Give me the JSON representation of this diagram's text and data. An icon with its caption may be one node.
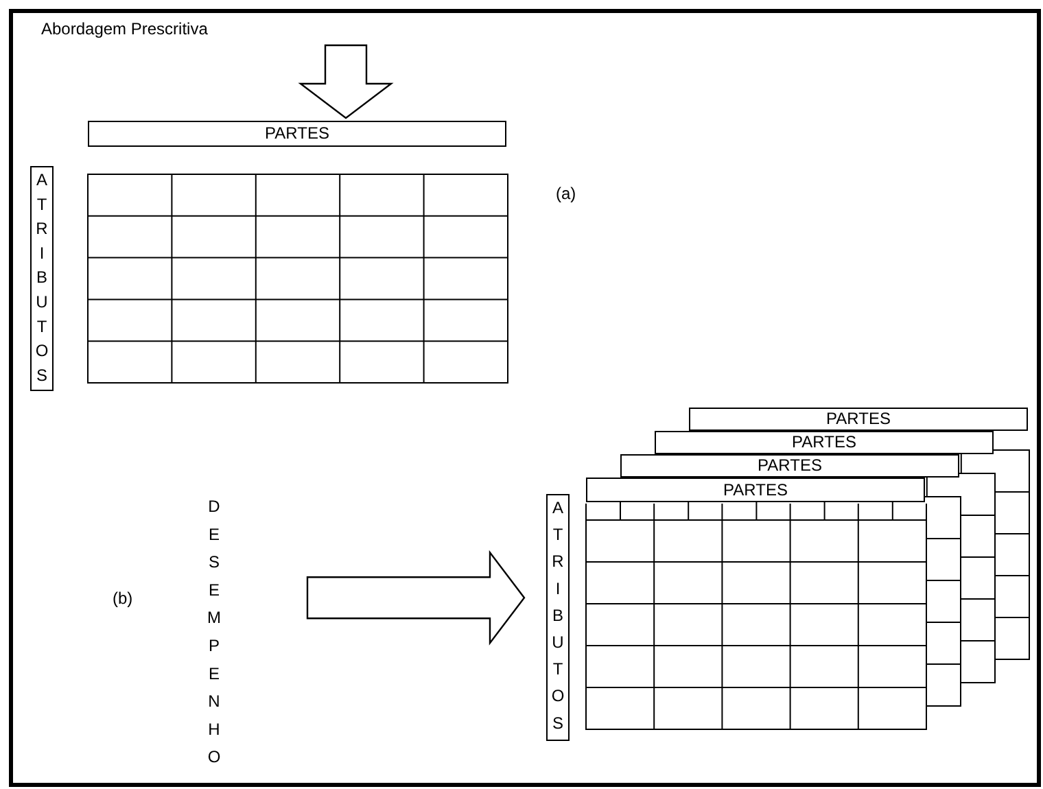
{
  "diagram": {
    "title": "Abordagem Prescritiva",
    "nodes": [
      {
        "text": [
          "PARTES"
        ]
      },
      {
        "text": [
          "ATRIBUTOS"
        ]
      },
      {
        "text": [
          "DESEMPENHO"
        ]
      },
      {
        "text": [
          "ATRIBUTOS"
        ]
      },
      {
        "text": [
          "PARTES"
        ]
      },
      {
        "text": [
          "PARTES"
        ]
      },
      {
        "text": [
          "PARTES"
        ]
      },
      {
        "text": [
          "PARTES"
        ]
      },
      {
        "text": [],
        "shape": "picture"
      }
    ],
    "edges": [
      {
        "from": null,
        "to": 0,
        "arrow": "to"
      },
      {
        "from": 2,
        "to": 3,
        "arrow": "to"
      }
    ],
    "labels": [
      "(a)",
      "(b)"
    ]
  }
}
